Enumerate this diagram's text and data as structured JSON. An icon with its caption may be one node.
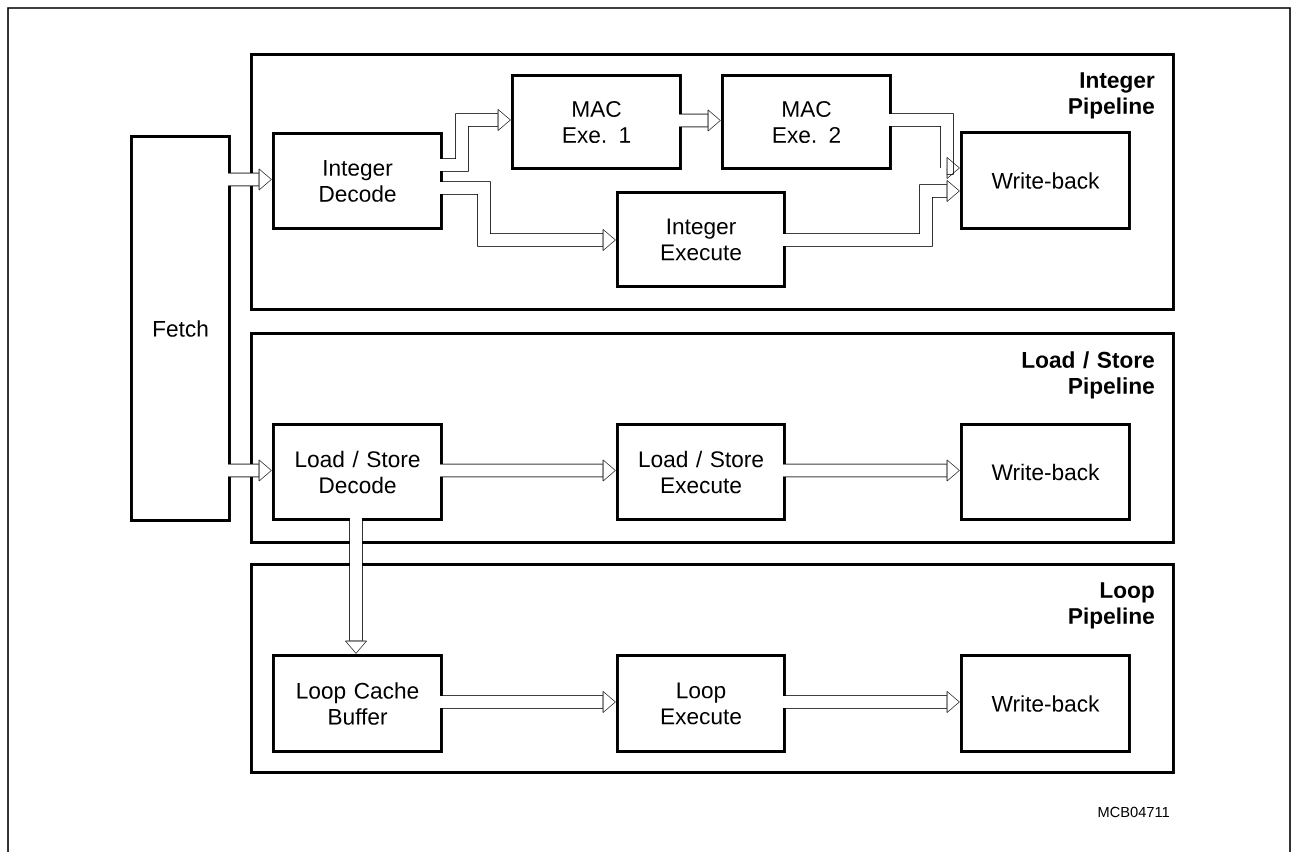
{
  "diagram": {
    "nodes": [
      {
        "text": [
          "Fetch"
        ]
      },
      {
        "text": [
          "Integer Pipeline"
        ]
      },
      {
        "text": [
          "Integer Decode"
        ],
        "in": 1
      },
      {
        "text": [
          "MAC Exe. 1"
        ],
        "in": 1
      },
      {
        "text": [
          "MAC Exe. 2"
        ],
        "in": 1
      },
      {
        "text": [
          "Integer Execute"
        ],
        "in": 1
      },
      {
        "text": [
          "Write-back"
        ],
        "in": 1
      },
      {
        "text": [
          "Load / Store Pipeline"
        ]
      },
      {
        "text": [
          "Load / Store Decode"
        ],
        "in": 7
      },
      {
        "text": [
          "Load / Store Execute"
        ],
        "in": 7
      },
      {
        "text": [
          "Write-back"
        ],
        "in": 7
      },
      {
        "text": [
          "Loop Pipeline"
        ]
      },
      {
        "text": [
          "Loop Cache Buffer"
        ],
        "in": 11
      },
      {
        "text": [
          "Loop Execute"
        ],
        "in": 11
      },
      {
        "text": [
          "Write-back"
        ],
        "in": 11
      }
    ],
    "edges": [
      {
        "from": 0,
        "to": 2,
        "arrow": "to"
      },
      {
        "from": 2,
        "to": 3,
        "arrow": "to"
      },
      {
        "from": 2,
        "to": 5,
        "arrow": "to"
      },
      {
        "from": 3,
        "to": 4,
        "arrow": "to"
      },
      {
        "from": 4,
        "to": 6,
        "arrow": "to"
      },
      {
        "from": 5,
        "to": 6,
        "arrow": "to"
      },
      {
        "from": 0,
        "to": 8,
        "arrow": "to"
      },
      {
        "from": 8,
        "to": 9,
        "arrow": "to"
      },
      {
        "from": 9,
        "to": 10,
        "arrow": "to"
      },
      {
        "from": 8,
        "to": 12,
        "arrow": "to"
      },
      {
        "from": 12,
        "to": 13,
        "arrow": "to"
      },
      {
        "from": 13,
        "to": 14,
        "arrow": "to"
      }
    ],
    "labels": [
      "MCB04711"
    ]
  }
}
